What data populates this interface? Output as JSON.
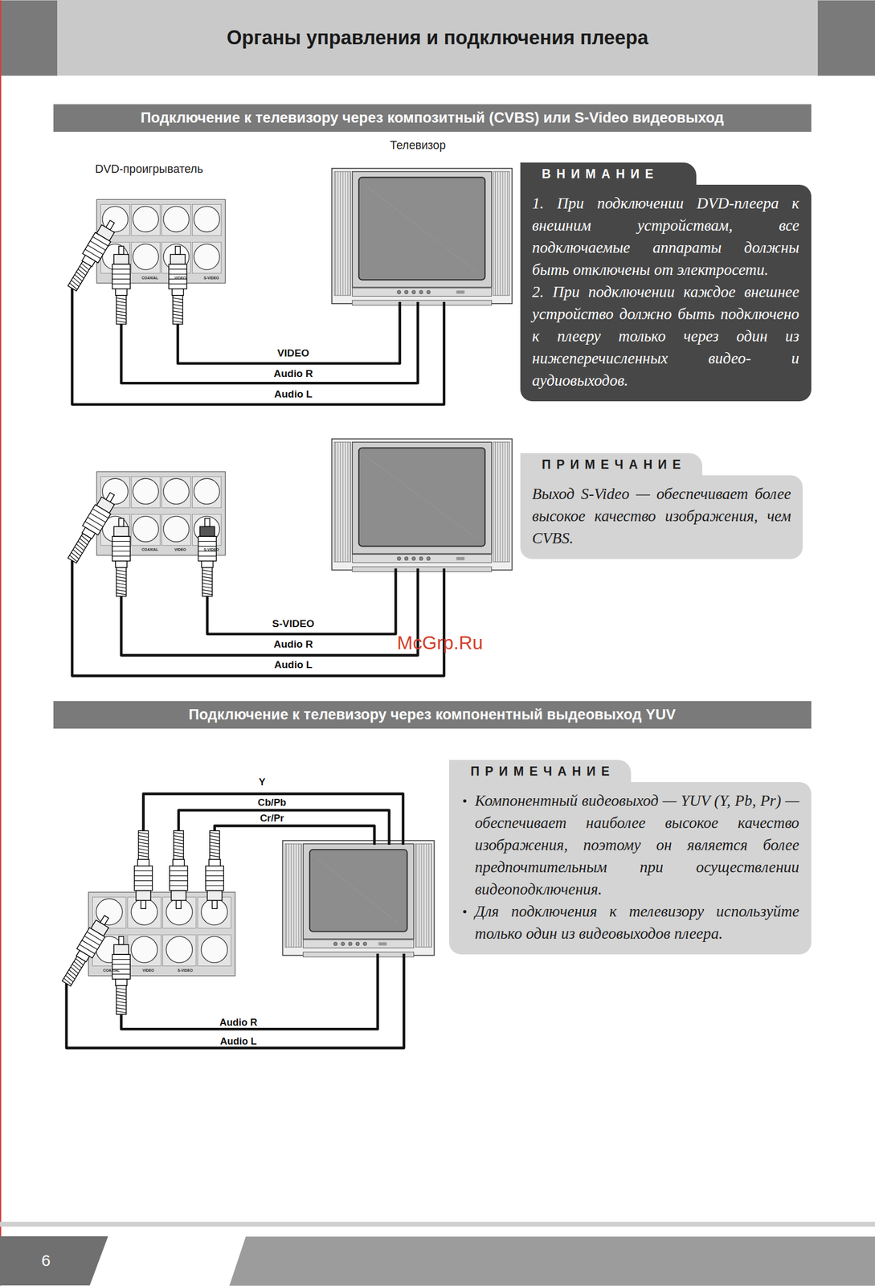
{
  "diagram": {
    "nodes": [
      {
        "text": [
          "Органы управления и подключения плеера"
        ]
      },
      {
        "text": [
          "Подключение к телевизору через композитный (CVBS) или S-Video видеовыход"
        ]
      },
      {
        "text": [
          "ВНИМАНИЕ",
          "1. При подключении DVD-плеера к внешним устройствам, все подключаемые аппараты должны быть отключены от электросети.",
          "2. При подключении каждое внешнее устройство должно быть подключено к плееру только через один из нижеперечисленных видео- и аудиовыходов."
        ]
      },
      {
        "text": [
          "ПРИМЕЧАНИЕ",
          "Выход S-Video — обеспечивает более высокое качество изображения, чем CVBS."
        ]
      },
      {
        "text": [
          "Подключение к телевизору через компонентный  выдеовыход YUV"
        ]
      },
      {
        "text": [
          "ПРИМЕЧАНИЕ",
          "Компонентный видеовыход — YUV (Y, Pb, Pr) — обеспечивает наиболее высокое качество изображения, поэтому он является более предпочтительным при осуществлении видеоподключения.",
          "Для подключения к телевизору используйте только один из видеовыходов плеера."
        ]
      },
      {
        "text": [
          "6"
        ]
      }
    ],
    "labels": [
      "Телевизор",
      "DVD-проигрыватель",
      "VIDEO",
      "Audio R",
      "Audio L",
      "COAXIAL",
      "VIDEO",
      "S-VIDEO",
      "COAXIAL",
      "VIDEO",
      "S-VIDEO",
      "S-VIDEO",
      "Audio R",
      "Audio L",
      "McGrp.Ru",
      "Y",
      "Cb/Pb",
      "Cr/Pr",
      "COAXIAL",
      "VIDEO",
      "S-VIDEO",
      "Audio R",
      "Audio L"
    ]
  }
}
